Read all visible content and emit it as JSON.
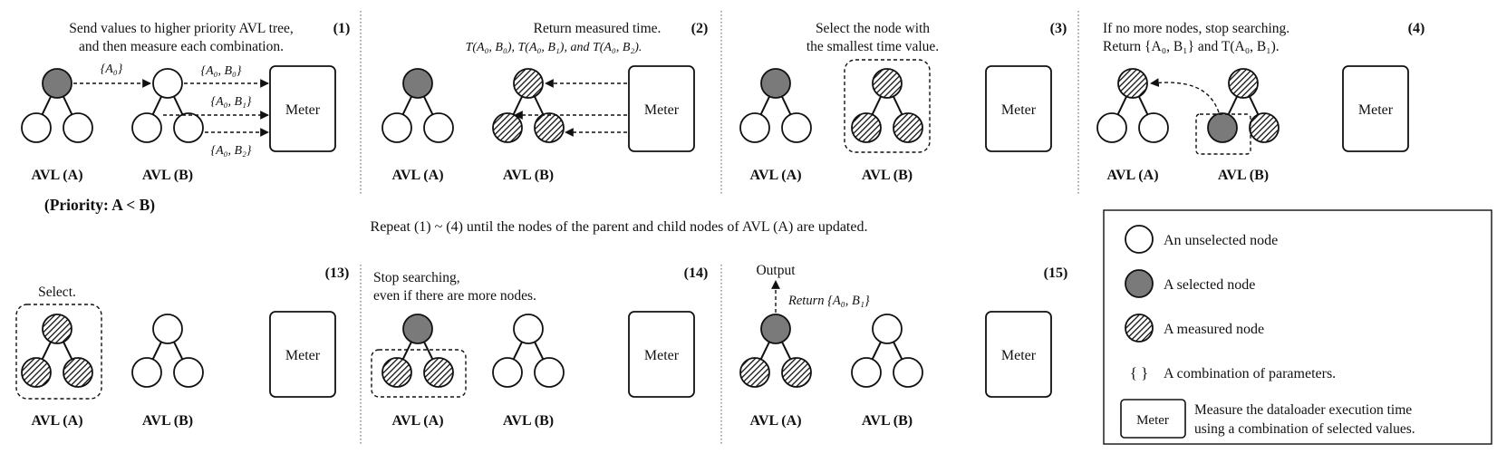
{
  "colors": {
    "selected": "#7a7a7a",
    "stroke": "#111111",
    "background": "#ffffff"
  },
  "common": {
    "meter": "Meter",
    "avl_a": "AVL (A)",
    "avl_b": "AVL (B)"
  },
  "priority": "(Priority: A < B)",
  "repeat_note": "Repeat (1) ~ (4) until the nodes of the parent and child nodes of AVL (A) are updated.",
  "panels": {
    "p1": {
      "num": "(1)",
      "desc": [
        "Send values to higher priority AVL tree,",
        "and then measure each combination."
      ],
      "label_a0": "{A₀}",
      "label_b0": "{A₀, B₀}",
      "label_b1": "{A₀, B₁}",
      "label_b2": "{A₀, B₂}"
    },
    "p2": {
      "num": "(2)",
      "desc": [
        "Return measured time.",
        "T(A₀, B₀), T(A₀, B₁), and T(A₀, B₂)."
      ]
    },
    "p3": {
      "num": "(3)",
      "desc": [
        "Select the node with",
        "the smallest time value."
      ]
    },
    "p4": {
      "num": "(4)",
      "desc": [
        "If no more nodes, stop searching.",
        "Return {A₀, B₁} and T(A₀, B₁)."
      ]
    },
    "p13": {
      "num": "(13)",
      "desc": [
        "Select."
      ]
    },
    "p14": {
      "num": "(14)",
      "desc": [
        "Stop searching,",
        "even if there are more nodes."
      ]
    },
    "p15": {
      "num": "(15)",
      "output": "Output",
      "ret": "Return {A₀, B₁}"
    }
  },
  "legend": {
    "unselected": "An unselected node",
    "selected": "A selected node",
    "measured": "A measured node",
    "braces": "{  }",
    "combination": "A combination of parameters.",
    "meter_box": "Meter",
    "meter_desc": [
      "Measure the dataloader execution time",
      "using a combination of selected values."
    ]
  }
}
